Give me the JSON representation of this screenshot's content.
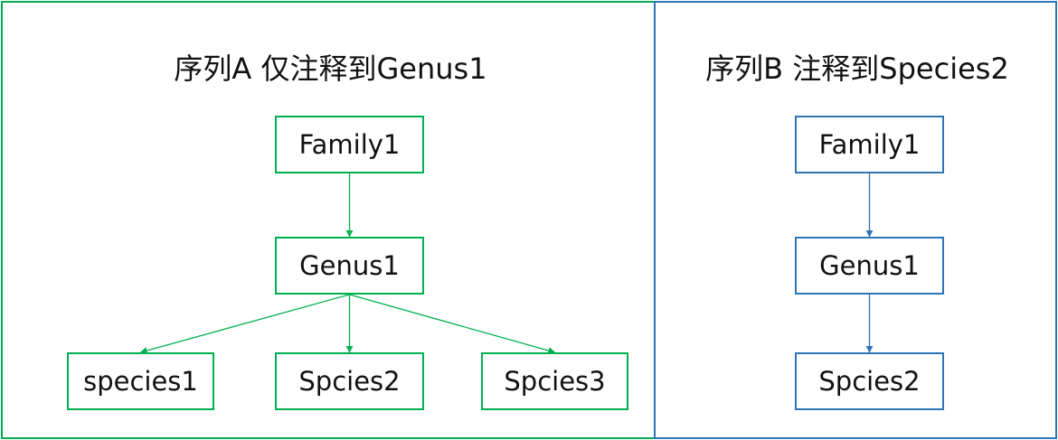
{
  "colors": {
    "green": "#00b050",
    "blue": "#2e75b6"
  },
  "panels": [
    {
      "title": "序列A 仅注释到Genus1",
      "color": "green",
      "nodes": [
        {
          "id": "a-family1",
          "label": "Family1"
        },
        {
          "id": "a-genus1",
          "label": "Genus1"
        },
        {
          "id": "a-species1",
          "label": "species1"
        },
        {
          "id": "a-spcies2",
          "label": "Spcies2"
        },
        {
          "id": "a-spcies3",
          "label": "Spcies3"
        }
      ],
      "edges": [
        {
          "from": "a-family1",
          "to": "a-genus1"
        },
        {
          "from": "a-genus1",
          "to": "a-species1"
        },
        {
          "from": "a-genus1",
          "to": "a-spcies2"
        },
        {
          "from": "a-genus1",
          "to": "a-spcies3"
        }
      ]
    },
    {
      "title": "序列B 注释到Species2",
      "color": "blue",
      "nodes": [
        {
          "id": "b-family1",
          "label": "Family1"
        },
        {
          "id": "b-genus1",
          "label": "Genus1"
        },
        {
          "id": "b-spcies2",
          "label": "Spcies2"
        }
      ],
      "edges": [
        {
          "from": "b-family1",
          "to": "b-genus1"
        },
        {
          "from": "b-genus1",
          "to": "b-spcies2"
        }
      ]
    }
  ]
}
